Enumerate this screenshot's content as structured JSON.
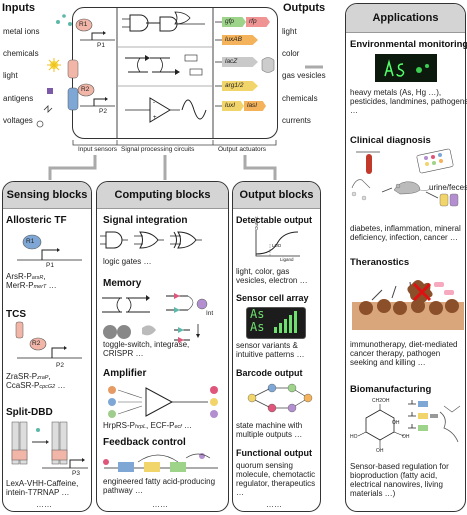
{
  "top": {
    "inputs_title": "Inputs",
    "inputs": [
      "metal ions",
      "chemicals",
      "light",
      "antigens",
      "voltages"
    ],
    "outputs_title": "Outputs",
    "outputs": [
      "light",
      "color",
      "gas vesicles",
      "chemicals",
      "currents"
    ],
    "genes": [
      "gfp",
      "rfp",
      "luxAB",
      "lacZ",
      "arg1/2",
      "luxI",
      "lasI"
    ],
    "sensor_labels": {
      "r1": "R1",
      "p1": "P1",
      "r2": "R2",
      "p2": "P2"
    },
    "section_labels": [
      "Input sensors",
      "Signal processing circuits",
      "Output actuators"
    ]
  },
  "sensing": {
    "title": "Sensing blocks",
    "allosteric_title": "Allosteric TF",
    "allosteric_r": "R1",
    "allosteric_p": "P1",
    "allosteric_text": [
      "ArsR-P",
      "MerR-P"
    ],
    "allosteric_sub": [
      "arsR",
      "merT"
    ],
    "allosteric_ell": "…",
    "tcs_title": "TCS",
    "tcs_r": "R2",
    "tcs_p": "P2",
    "tcs_text": [
      "ZraSR-P",
      "CcaSR-P"
    ],
    "tcs_sub": [
      "zraP",
      "cpcG2"
    ],
    "tcs_ell": "…",
    "split_title": "Split-DBD",
    "split_p": "P3",
    "split_text": [
      "LexA-VHH-Caffeine,",
      "intein-T7RNAP …"
    ],
    "dots": "……"
  },
  "computing": {
    "title": "Computing blocks",
    "signal_title": "Signal integration",
    "signal_text": "logic gates …",
    "memory_title": "Memory",
    "memory_int": "Int",
    "memory_text": [
      "toggle-switch, integrase,",
      "CRISPR …"
    ],
    "amp_title": "Amplifier",
    "amp_text": [
      "HrpRS-P",
      "hrpL",
      ", ECF-P",
      "ecf",
      " …"
    ],
    "feedback_title": "Feedback control",
    "feedback_text": [
      "engineered fatty acid-producing",
      "pathway …"
    ],
    "dots": "……"
  },
  "output": {
    "title": "Output blocks",
    "detect_title": "Detectable output",
    "detect_axis_y": "Output",
    "detect_axis_x": "Ligand",
    "detect_lod": "LOD",
    "detect_text": [
      "light, color, gas",
      "vesicles, electron …"
    ],
    "array_title": "Sensor cell array",
    "array_display": [
      "As",
      "As"
    ],
    "array_text": [
      "sensor variants &",
      "intuitive patterns …"
    ],
    "barcode_title": "Barcode output",
    "barcode_text": [
      "state machine with",
      "multiple outputs …"
    ],
    "functional_title": "Functional output",
    "functional_text": [
      "quorum sensing",
      "molecule, chemotactic",
      "regulator, therapeutics",
      "…"
    ],
    "dots": "……"
  },
  "applications": {
    "title": "Applications",
    "env_title": "Environmental monitoring",
    "env_text": [
      "heavy metals (As, Hg …),",
      "pesticides, landmines, pathogens",
      "…"
    ],
    "clinical_title": "Clinical diagnosis",
    "clinical_label": "urine/feces",
    "clinical_text": [
      "diabetes, inflammation, mineral",
      "deficiency, infection, cancer …"
    ],
    "thera_title": "Theranostics",
    "thera_text": [
      "immunotherapy, diet-mediated",
      "cancer therapy, pathogen",
      "seeking and killing …"
    ],
    "bio_title": "Biomanufacturing",
    "bio_molecule": [
      "CH2OH",
      "OH",
      "HO",
      "OH",
      "OH"
    ],
    "bio_text": [
      "Sensor-based regulation for",
      "bioproduction (fatty acid,",
      "electrical nanowires, living",
      "materials …)"
    ]
  },
  "colors": {
    "sensor_pink": "#f2b6a8",
    "sensor_blue": "#7fa7d6",
    "gene_green": "#9ed38a",
    "gene_red": "#ef9393",
    "gene_gray": "#c9c9c9",
    "gene_yellow": "#f2d56a",
    "gene_orange": "#f4b25a",
    "panel_header": "#d4d4d4"
  }
}
